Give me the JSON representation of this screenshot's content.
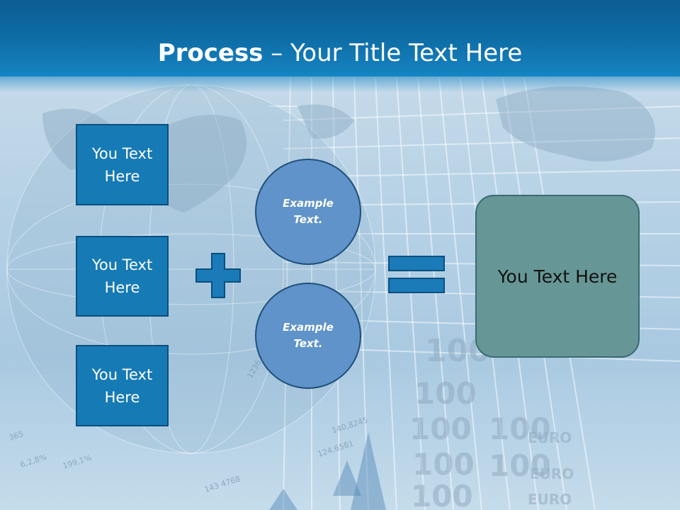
{
  "slide": {
    "title_bold": "Process",
    "title_rest": " – Your Title Text Here"
  },
  "left_boxes": [
    {
      "label": "You Text Here"
    },
    {
      "label": "You Text Here"
    },
    {
      "label": "You Text Here"
    }
  ],
  "circles": [
    {
      "label": "Example Text."
    },
    {
      "label": "Example Text."
    }
  ],
  "result_box": {
    "label": "You Text Here"
  },
  "background_text": {
    "note_1": "100",
    "note_2": "100",
    "note_3": "100",
    "note_4": "100",
    "note_5": "100",
    "note_6": "100",
    "note_7": "100",
    "euro_1": "EURO",
    "euro_2": "EURO",
    "euro_3": "EURO",
    "num_1": "140,8245",
    "num_2": "124,6581",
    "num_3": "143 4768",
    "num_4": "199,1%",
    "num_5": "6,2,8%",
    "num_6": "365",
    "num_7": "1236,36"
  },
  "colors": {
    "header": "#0f6fa8",
    "box_fill": "#167ab5",
    "circle_fill": "#5f93c9",
    "result_fill": "#669796",
    "symbol_fill": "#1a7bb8"
  },
  "icons": {
    "plus": "plus-icon",
    "equals": "equals-icon"
  }
}
